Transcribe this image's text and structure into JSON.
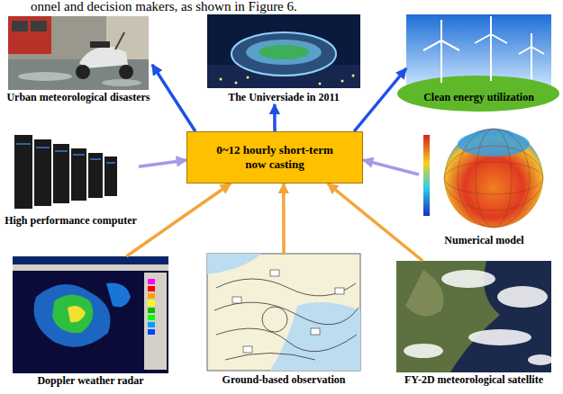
{
  "diagram": {
    "nodes": [
      {
        "text": [
          "Urban meteorological disasters"
        ]
      },
      {
        "text": [
          "The Universiade in 2011"
        ]
      },
      {
        "text": [
          "Clean energy utilization"
        ]
      },
      {
        "text": [
          "High performance computer"
        ]
      },
      {
        "text": [
          "0~12 hourly short-term now casting"
        ]
      },
      {
        "text": [
          "Numerical model"
        ]
      },
      {
        "text": [
          "Doppler weather radar"
        ]
      },
      {
        "text": [
          "Ground-based observation"
        ]
      },
      {
        "text": [
          "FY-2D meteorological satellite"
        ]
      }
    ],
    "edges": [
      {
        "from": 4,
        "to": 0,
        "arrow": "to"
      },
      {
        "from": 4,
        "to": 1,
        "arrow": "to"
      },
      {
        "from": 4,
        "to": 2,
        "arrow": "to"
      },
      {
        "from": 3,
        "to": 4,
        "arrow": "to"
      },
      {
        "from": 5,
        "to": 4,
        "arrow": "to"
      },
      {
        "from": 6,
        "to": 4,
        "arrow": "to"
      },
      {
        "from": 7,
        "to": 4,
        "arrow": "to"
      },
      {
        "from": 8,
        "to": 4,
        "arrow": "to"
      }
    ],
    "labels": [
      "onnel and decision makers, as shown in Figure 6."
    ]
  }
}
